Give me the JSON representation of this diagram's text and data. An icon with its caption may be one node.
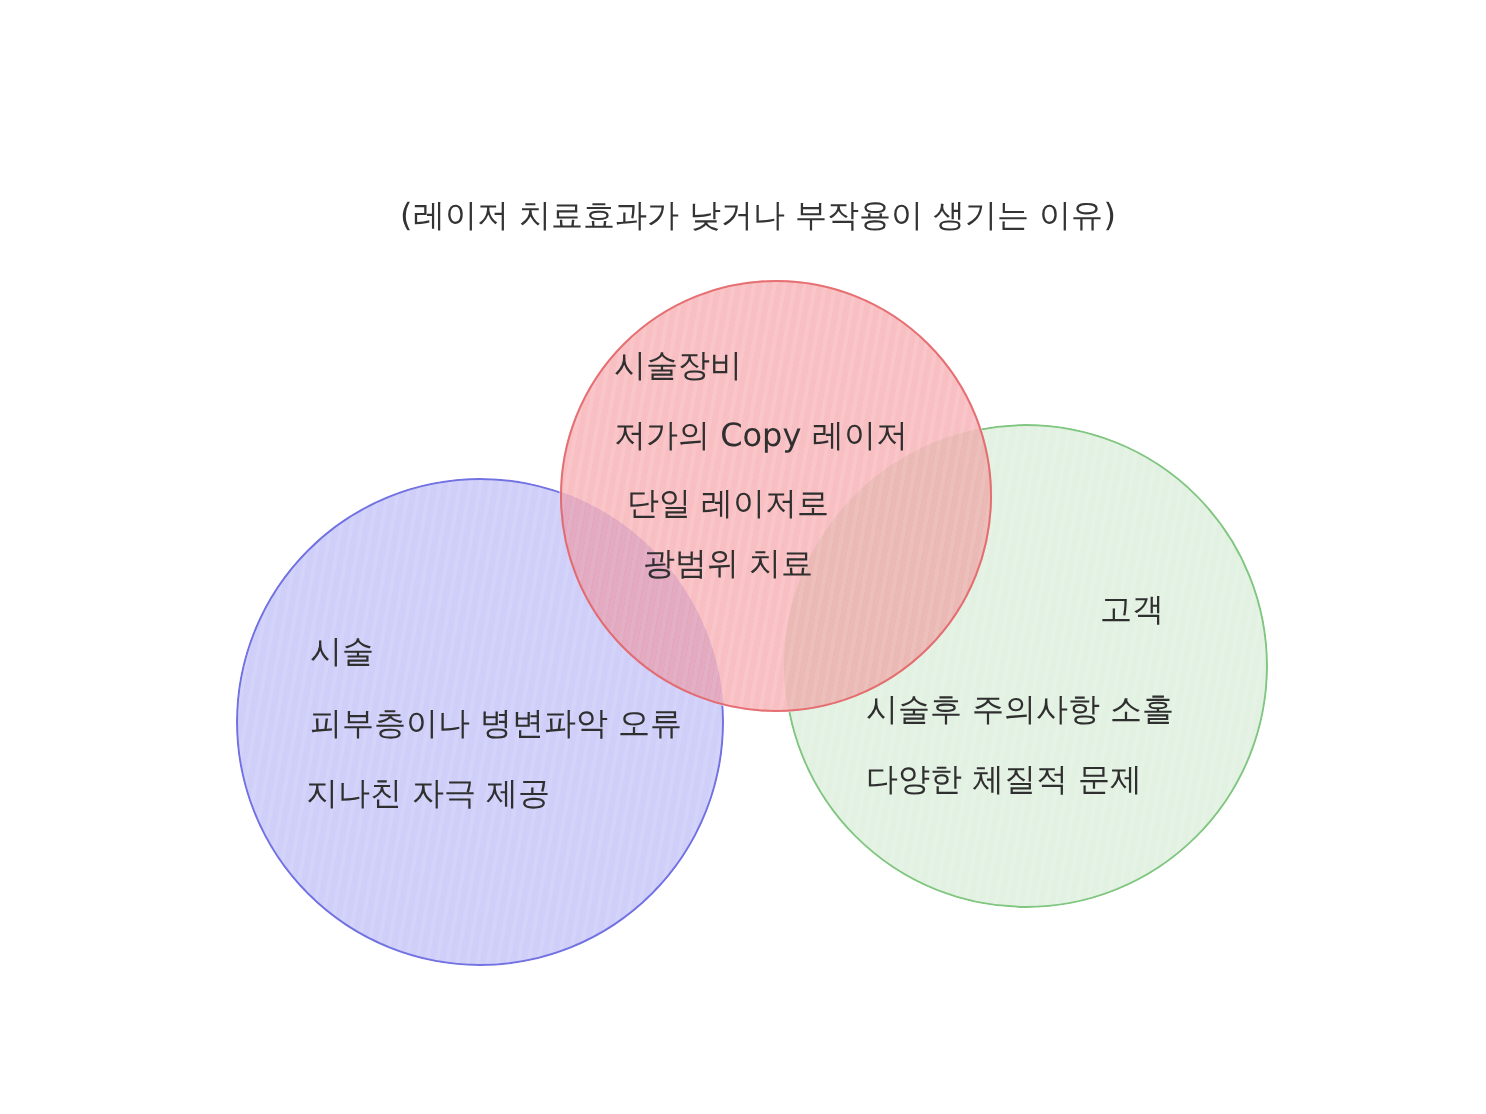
{
  "diagram": {
    "title": "(레이저 치료효과가 낮거나 부작용이 생기는 이유)",
    "nodes": [
      {
        "text": [
          "시술장비",
          "저가의 Copy 레이저",
          "단일 레이저로 광범위 치료"
        ]
      },
      {
        "text": [
          "시술",
          "피부층이나 병변파악 오류",
          "지나친 자극 제공"
        ]
      },
      {
        "text": [
          "고객",
          "시술후 주의사항 소홀",
          "다양한 체질적 문제"
        ]
      }
    ]
  }
}
